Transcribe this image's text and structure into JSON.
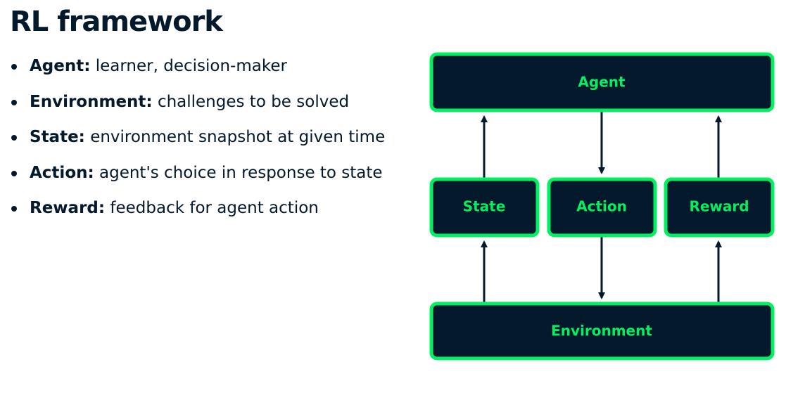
{
  "title": "RL framework",
  "bullets": [
    {
      "term": "Agent:",
      "description": "learner, decision-maker"
    },
    {
      "term": "Environment:",
      "description": "challenges to be solved"
    },
    {
      "term": "State:",
      "description": "environment snapshot at given time"
    },
    {
      "term": "Action:",
      "description": "agent's choice in response to state"
    },
    {
      "term": "Reward:",
      "description": "feedback for agent action"
    }
  ],
  "diagram": {
    "nodes": {
      "agent": "Agent",
      "state": "State",
      "action": "Action",
      "reward": "Reward",
      "environment": "Environment"
    }
  },
  "colors": {
    "text": "#05192d",
    "node_fill": "#05192d",
    "node_border": "#03ef62",
    "node_text": "#03ef62",
    "arrow": "#05192d"
  }
}
